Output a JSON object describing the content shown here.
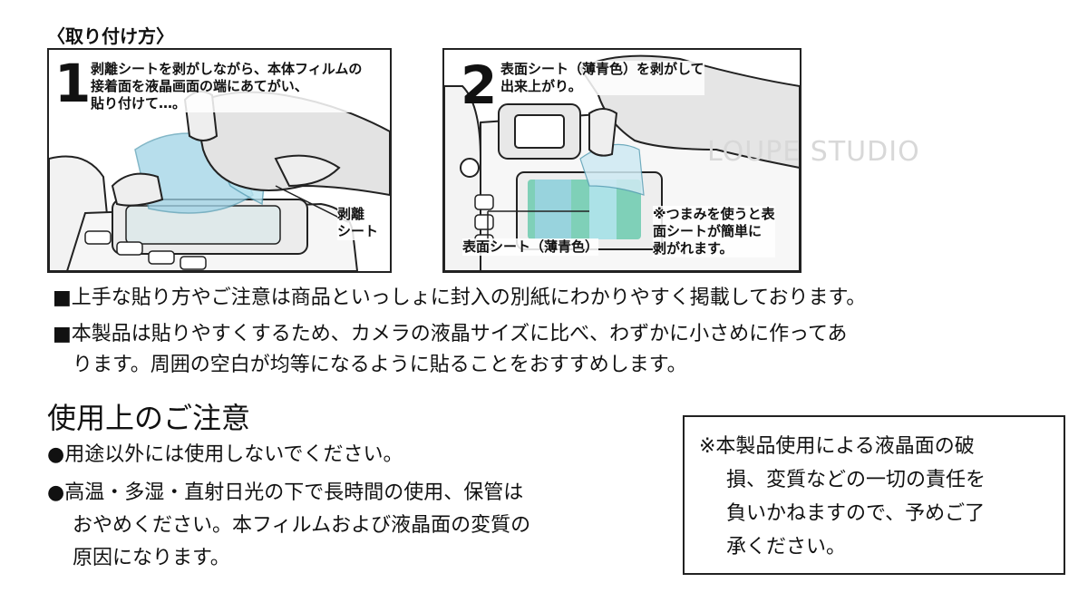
{
  "how_to": {
    "heading": "〈取り付け方〉",
    "step1": {
      "number": "1",
      "text_lines": [
        "剥離シートを剥がしながら、本体フィルムの",
        "接着面を液晶画面の端にあてがい、",
        "貼り付けて…。"
      ],
      "callout_lines": [
        "剥離",
        "シート"
      ]
    },
    "step2": {
      "number": "2",
      "text_lines": [
        "表面シート（薄青色）を剥がして",
        "出来上がり。"
      ],
      "callout_label": "表面シート（薄青色）",
      "tip_lines": [
        "※つまみを使うと表",
        "面シートが簡単に",
        "剥がれます。"
      ]
    },
    "watermark": "LOUPE STUDIO"
  },
  "notices": [
    {
      "bullet": "■",
      "lines": [
        "上手な貼り方やご注意は商品といっしょに封入の別紙にわかりやすく掲載しております。"
      ]
    },
    {
      "bullet": "■",
      "lines": [
        "本製品は貼りやすくするため、カメラの液晶サイズに比べ、わずかに小さめに作ってあ",
        "ります。周囲の空白が均等になるように貼ることをおすすめします。"
      ]
    }
  ],
  "cautions": {
    "title": "使用上のご注意",
    "items": [
      {
        "bullet": "●",
        "lines": [
          "用途以外には使用しないでください。"
        ]
      },
      {
        "bullet": "●",
        "lines": [
          "高温・多湿・直射日光の下で長時間の使用、保管は",
          "おやめください。本フィルムおよび液晶面の変質の",
          "原因になります。"
        ]
      }
    ]
  },
  "disclaimer": {
    "lines": [
      "※本製品使用による液晶面の破",
      "損、変質などの一切の責任を",
      "負いかねますので、予めご了",
      "承ください。"
    ]
  },
  "colors": {
    "film_blue": "#9fd3e6",
    "film_green": "#7fd0b8",
    "line": "#222222",
    "watermark": "#d8d8d8"
  }
}
